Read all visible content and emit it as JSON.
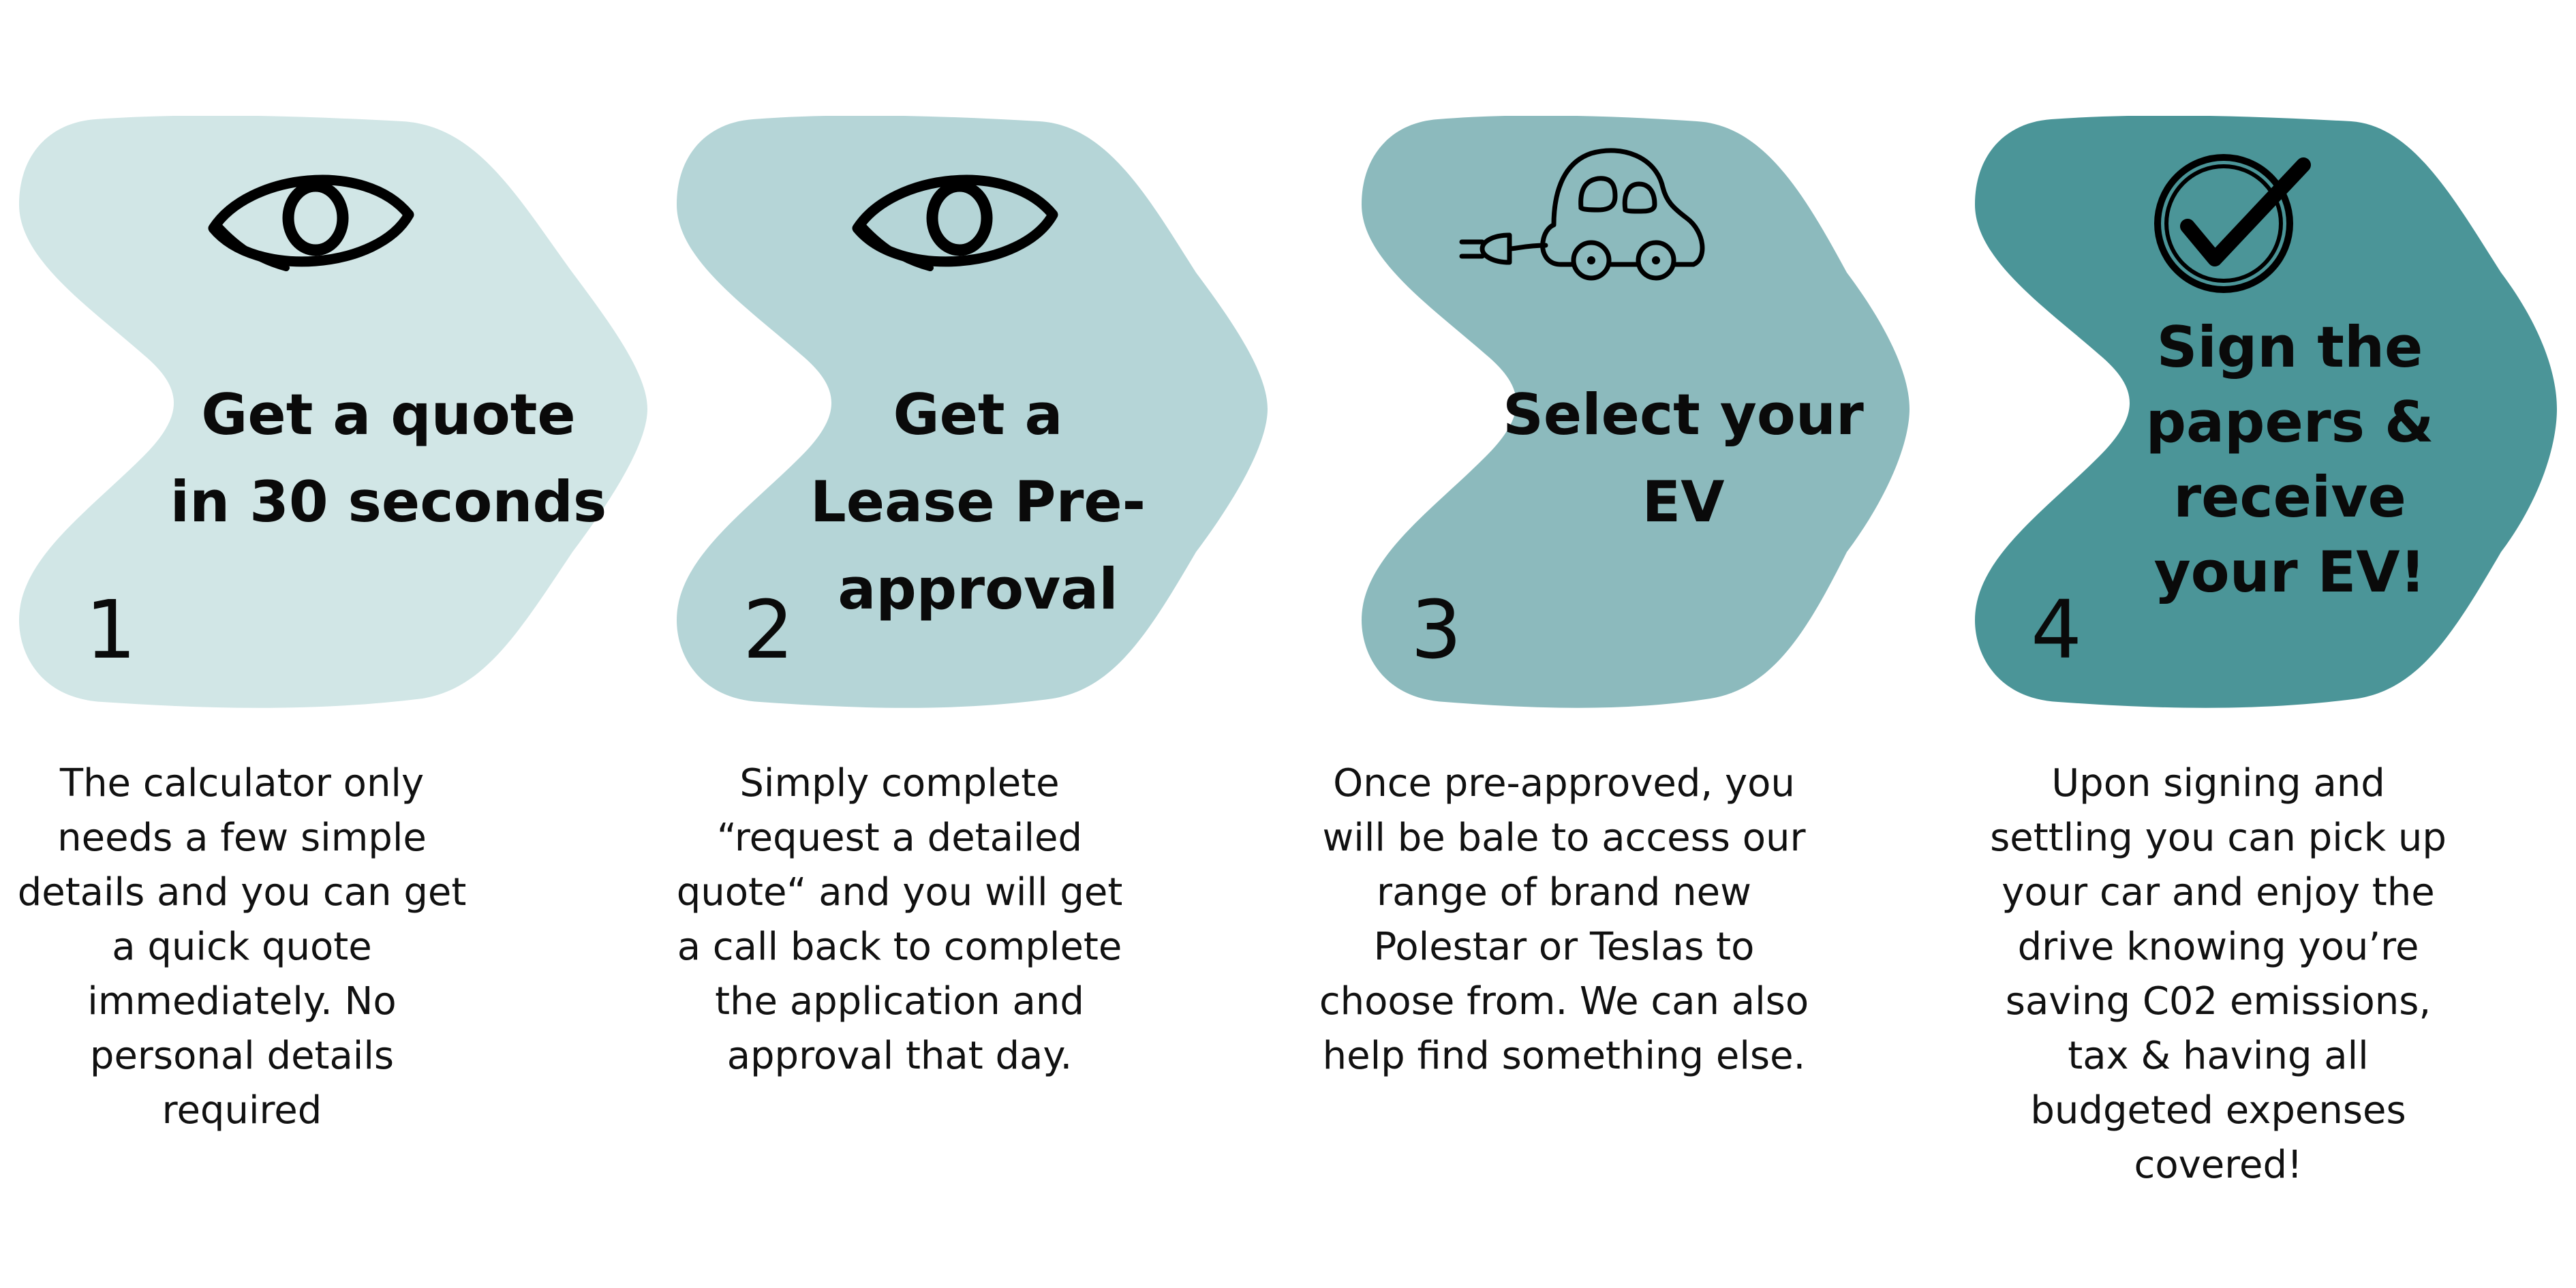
{
  "colors": {
    "step1_fill": "#d1e6e6",
    "step2_fill": "#b5d5d7",
    "step3_fill": "#8cbabd",
    "step4_fill": "#4b9598",
    "text": "#0a0a0a"
  },
  "steps": [
    {
      "number": "1",
      "icon": "eye-icon",
      "title": "Get a quote in 30 seconds",
      "description": "The calculator only needs a few simple details and you can get a quick quote immediately. No personal details required"
    },
    {
      "number": "2",
      "icon": "eye-icon",
      "title": "Get a Lease Pre-approval",
      "description": "Simply complete “request a detailed quote“ and you will get a call back to complete the application and approval that day."
    },
    {
      "number": "3",
      "icon": "electric-car-icon",
      "title": "Select your EV",
      "description": "Once pre-approved, you will be bale to access our range of brand new Polestar or Teslas to choose from. We can also help find something else."
    },
    {
      "number": "4",
      "icon": "checkmark-circle-icon",
      "title": "Sign the papers & receive your EV!",
      "description": "Upon signing and settling you can pick up your car and enjoy the drive knowing you’re saving C02 emissions, tax & having all budgeted expenses covered!"
    }
  ]
}
